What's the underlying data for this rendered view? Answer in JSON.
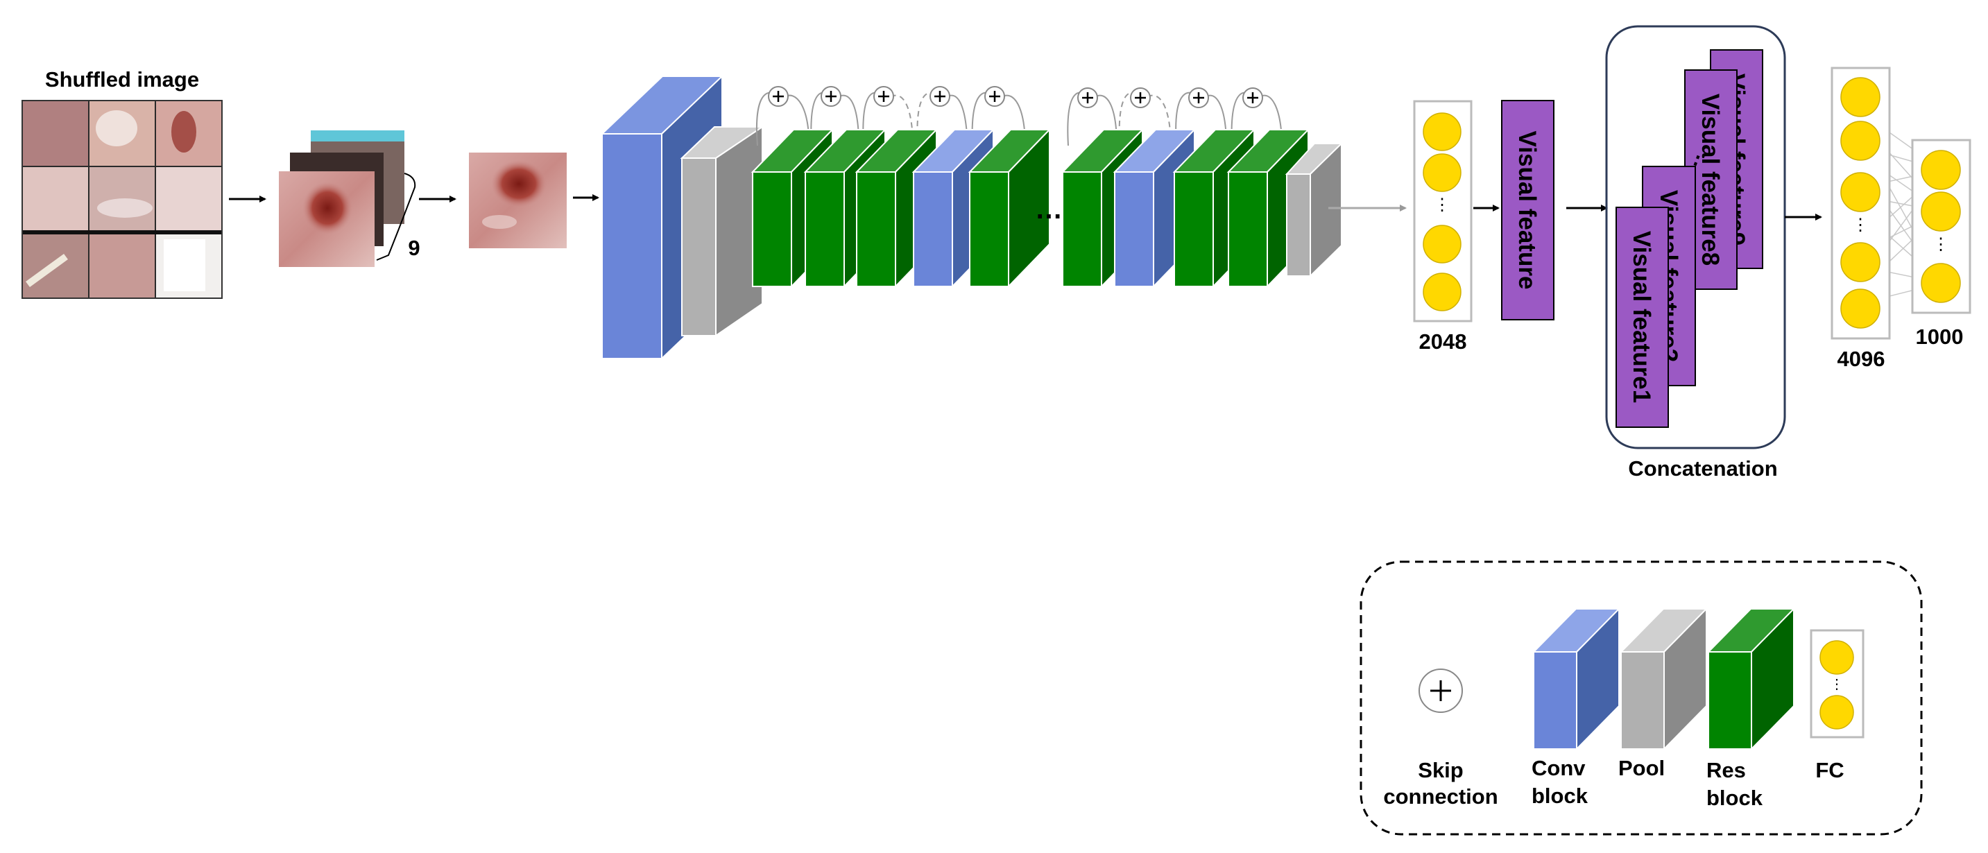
{
  "input": {
    "title": "Shuffled image",
    "patch_count_label": "9"
  },
  "features": {
    "pooled_dim": "2048",
    "visual_feature": "Visual feature",
    "stack": [
      "Visual feature9",
      "Visual feature8",
      "Visual feature2",
      "Visual feature1"
    ],
    "concat_label": "Concatenation",
    "fc1_dim": "4096",
    "fc2_dim": "1000"
  },
  "legend": {
    "skip_line1": "Skip",
    "skip_line2": "connection",
    "conv_line1": "Conv",
    "conv_line2": "block",
    "pool": "Pool",
    "res_line1": "Res",
    "res_line2": "block",
    "fc": "FC"
  },
  "colors": {
    "conv": "#6A85D8",
    "pool": "#B0B0B0",
    "res": "#1E8A1E",
    "feature": "#9B59C4",
    "node": "#FFD800"
  }
}
